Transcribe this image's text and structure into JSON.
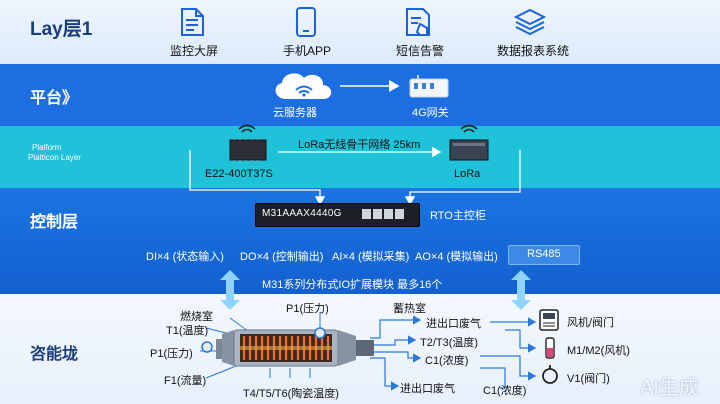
{
  "layer1": {
    "label": "Lay层1",
    "items": [
      {
        "label": "监控大屏",
        "icon": "document-icon"
      },
      {
        "label": "手机APP",
        "icon": "phone-icon"
      },
      {
        "label": "短信告警",
        "icon": "message-alert-icon"
      },
      {
        "label": "数据报表系统",
        "icon": "layers-icon"
      }
    ]
  },
  "platform": {
    "label": "平台》",
    "cloud_label": "云服务器",
    "gateway_label": "4G网关"
  },
  "lora": {
    "side_line1": "Plalform",
    "side_line2": "Platticon Layer",
    "network_label": "LoRa无线骨干网络 25km",
    "module_left": "E22-400T37S",
    "module_right": "LoRa"
  },
  "control": {
    "label": "控制层",
    "device_model": "M31AAAX4440G",
    "device_desc": "RTO主控柜",
    "io": [
      "DI×4 (状态输入)",
      "DO×4 (控制输出)",
      "AI×4 (模拟采集)",
      "AO×4 (模拟输出)"
    ],
    "rs485": "RS485",
    "expansion": "M31系列分布式IO扩展模块 最多16个"
  },
  "energy": {
    "label": "咨能垅",
    "combustion_chamber": "燃烧室",
    "t1": "T1(温度)",
    "p1_top": "P1(压力)",
    "p1_left": "P1(压力)",
    "f1": "F1(流量)",
    "t4t5t6": "T4/T5/T6(陶瓷温度)",
    "regen_chamber": "蓄热室",
    "inlet_outlet_top": "进出口废气",
    "t2t3": "T2/T3(温度)",
    "c1_mid": "C1(浓度)",
    "inlet_outlet_bottom": "进出口废气",
    "c1_bottom": "C1(浓度)",
    "fan_valve": "风机/阀门",
    "m1m2": "M1/M2(风机)",
    "v1": "V1(阀门)"
  },
  "watermark": "AI生成"
}
